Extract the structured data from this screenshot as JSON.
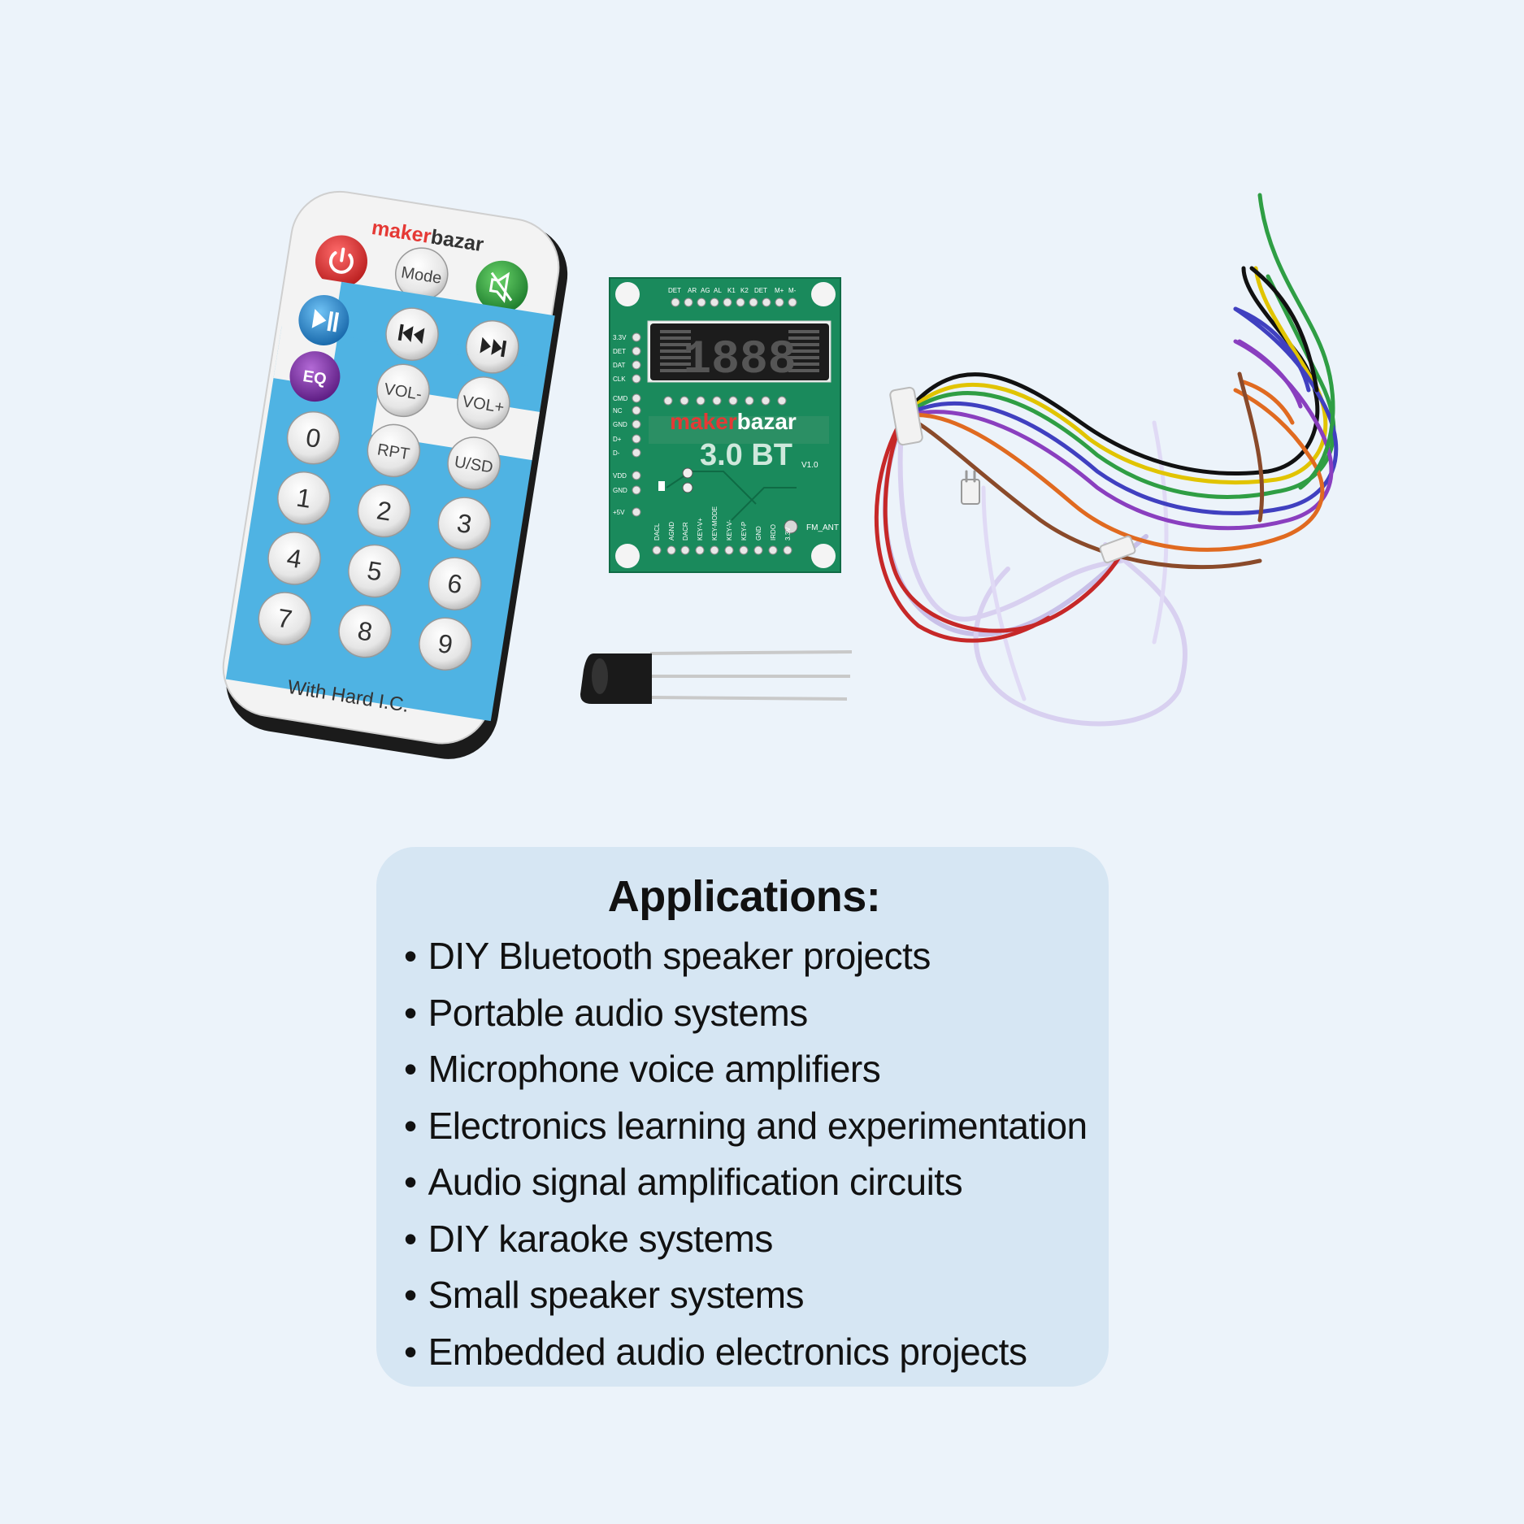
{
  "remote": {
    "brand_prefix": "maker",
    "brand_suffix": "bazar",
    "mode_label": "Mode",
    "eq_label": "EQ",
    "vol_minus_label": "VOL-",
    "vol_plus_label": "VOL+",
    "rpt_label": "RPT",
    "usd_label": "U/SD",
    "digits": [
      "0",
      "1",
      "2",
      "3",
      "4",
      "5",
      "6",
      "7",
      "8",
      "9"
    ],
    "footer_text": "With Hard I.C.",
    "icons": [
      "power-icon",
      "mute-icon",
      "play-pause-icon",
      "previous-icon",
      "next-icon"
    ]
  },
  "board": {
    "brand_prefix": "maker",
    "brand_suffix": "bazar",
    "model": "3.0 BT",
    "version": "V1.0",
    "display_digits": "1888",
    "antenna_label": "FM_ANT",
    "top_pins": [
      "DET",
      "AR",
      "AG",
      "AL",
      "K1",
      "K2",
      "DET",
      "M+",
      "M-"
    ],
    "left_pins": [
      "3.3V",
      "DET",
      "DAT",
      "CLK",
      "CMD",
      "NC",
      "GND",
      "D+",
      "D-",
      "VDD",
      "GND",
      "+5V"
    ],
    "bottom_pins": [
      "DACL",
      "AGND",
      "DACR",
      "KEY-V+",
      "KEY-MODE",
      "KEY-V-",
      "KEY-P",
      "GND",
      "IRDO",
      "3.3V"
    ]
  },
  "applications": {
    "title": "Applications:",
    "items": [
      "DIY Bluetooth speaker projects",
      "Portable audio systems",
      "Microphone voice amplifiers",
      "Electronics learning and experimentation",
      "Audio signal amplification circuits",
      "DIY karaoke systems",
      "Small speaker systems",
      "Embedded audio electronics projects"
    ]
  },
  "colors": {
    "background": "#ecf3fa",
    "card": "#d6e6f3",
    "remote_blue": "#4fb3e3",
    "pcb_green": "#1a8a5c",
    "power_red": "#d32f2f",
    "mute_green": "#2e9e3e",
    "play_blue": "#1e88d0",
    "eq_purple": "#7b2fa0"
  }
}
